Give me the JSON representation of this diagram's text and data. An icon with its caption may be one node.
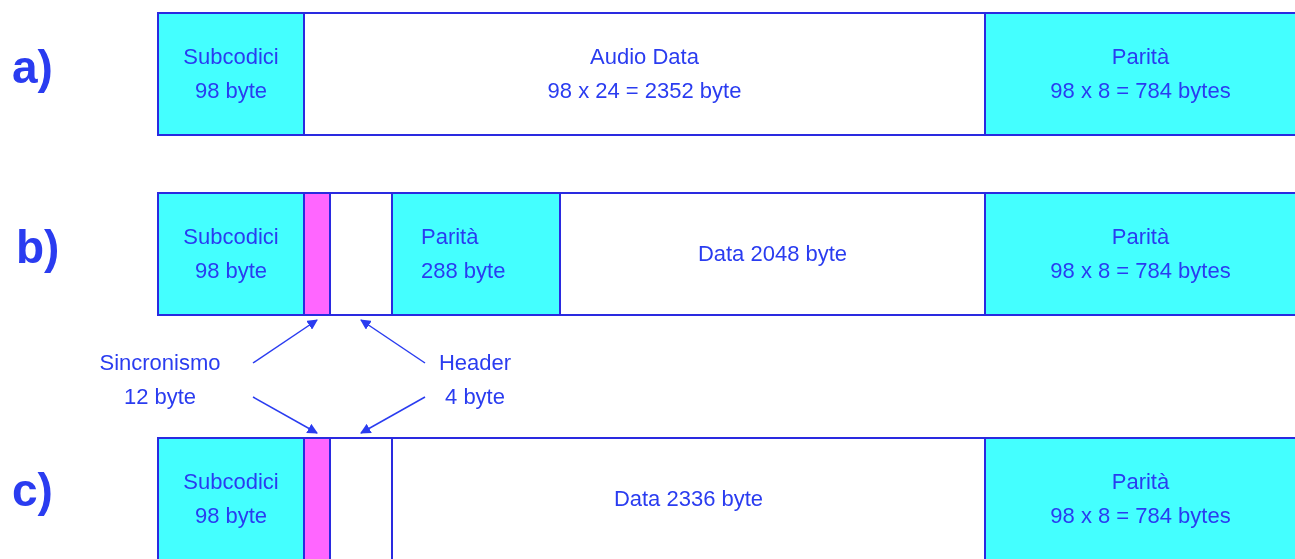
{
  "diagram": {
    "nodes": [
      {
        "text": [
          "Subcodici",
          "98 byte"
        ]
      },
      {
        "text": [
          "Audio Data",
          "98 x 24 = 2352 byte"
        ]
      },
      {
        "text": [
          "Parità",
          "98 x 8 = 784 bytes"
        ]
      },
      {
        "text": [
          "Subcodici",
          "98 byte"
        ]
      },
      {
        "text": [],
        "shape": "bar"
      },
      {
        "text": [],
        "shape": "box"
      },
      {
        "text": [
          "Parità",
          "288 byte"
        ]
      },
      {
        "text": [
          "Data 2048 byte"
        ]
      },
      {
        "text": [
          "Parità",
          "98 x 8 = 784 bytes"
        ]
      },
      {
        "text": [
          "Sincronismo",
          "12 byte"
        ]
      },
      {
        "text": [
          "Header",
          "4 byte"
        ]
      },
      {
        "text": [
          "Subcodici",
          "98 byte"
        ]
      },
      {
        "text": [],
        "shape": "bar"
      },
      {
        "text": [],
        "shape": "box"
      },
      {
        "text": [
          "Data 2336 byte"
        ]
      },
      {
        "text": [
          "Parità",
          "98 x 8 = 784 bytes"
        ]
      }
    ],
    "edges": [
      {
        "from": 9,
        "to": 4,
        "arrow": "to"
      },
      {
        "from": 9,
        "to": 12,
        "arrow": "to"
      },
      {
        "from": 10,
        "to": 5,
        "arrow": "to"
      },
      {
        "from": 10,
        "to": 13,
        "arrow": "to"
      }
    ],
    "labels": [
      "a)",
      "b)",
      "c)"
    ]
  }
}
